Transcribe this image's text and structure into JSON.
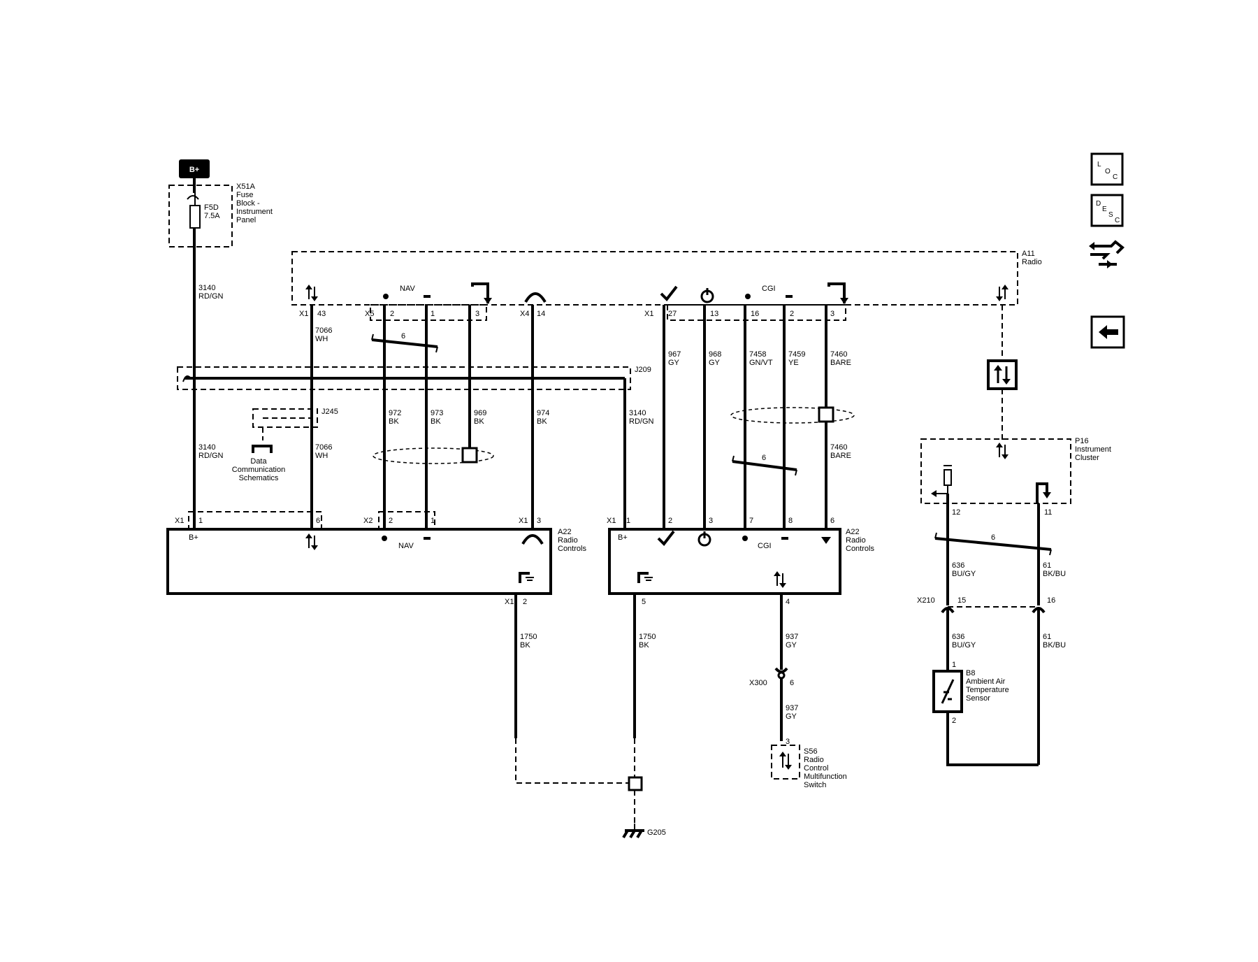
{
  "battery": "B+",
  "fuse_block": {
    "connector": "X51A",
    "name": [
      "Fuse",
      "Block -",
      "Instrument",
      "Panel"
    ],
    "fuse": [
      "F5D",
      "7.5A"
    ]
  },
  "radio": {
    "id": "A11",
    "name": "Radio",
    "nav_label": "NAV",
    "cgi_label": "CGI",
    "connectors": [
      "X1",
      "X5",
      "X4",
      "X1"
    ],
    "pins_left": [
      "43",
      "2",
      "1",
      "3",
      "14"
    ],
    "pins_right": [
      "27",
      "13",
      "16",
      "2",
      "3"
    ]
  },
  "wires_upper": [
    {
      "circuit": "7066",
      "color": "WH"
    },
    {
      "circuit": "967",
      "color": "GY"
    },
    {
      "circuit": "968",
      "color": "GY"
    },
    {
      "circuit": "7458",
      "color": "GN/VT"
    },
    {
      "circuit": "7459",
      "color": "YE"
    },
    {
      "circuit": "7460",
      "color": "BARE"
    }
  ],
  "feed_wire": {
    "circuit": "3140",
    "color": "RD/GN"
  },
  "feed_wire_lower": {
    "circuit": "3140",
    "color": "RD/GN"
  },
  "feed_wire_right": {
    "circuit": "3140",
    "color": "RD/GN"
  },
  "wires_lower": [
    {
      "circuit": "7066",
      "color": "WH"
    },
    {
      "circuit": "972",
      "color": "BK"
    },
    {
      "circuit": "973",
      "color": "BK"
    },
    {
      "circuit": "969",
      "color": "BK"
    },
    {
      "circuit": "974",
      "color": "BK"
    },
    {
      "circuit": "7460",
      "color": "BARE"
    }
  ],
  "twist_label": "6",
  "splices": {
    "j209": "J209",
    "j245": "J245"
  },
  "data_comm": [
    "Data",
    "Communication",
    "Schematics"
  ],
  "controls_left": {
    "id": "A22",
    "name": [
      "Radio",
      "Controls"
    ],
    "bplus": "B+",
    "nav": "NAV",
    "connectors": [
      "X1",
      "X2",
      "X1"
    ],
    "pins": [
      "1",
      "6",
      "2",
      "1",
      "3"
    ],
    "ground_connector": "X1",
    "ground_pin": "2"
  },
  "controls_right": {
    "id": "A22",
    "name": [
      "Radio",
      "Controls"
    ],
    "bplus": "B+",
    "cgi": "CGI",
    "connector": "X1",
    "pins": [
      "1",
      "2",
      "3",
      "7",
      "8",
      "6"
    ],
    "ground_pin": "5",
    "signal_pin": "4"
  },
  "ground_wires": [
    {
      "circuit": "1750",
      "color": "BK"
    },
    {
      "circuit": "1750",
      "color": "BK"
    }
  ],
  "ground": "G205",
  "switch_wire_top": {
    "circuit": "937",
    "color": "GY"
  },
  "switch_wire_bottom": {
    "circuit": "937",
    "color": "GY"
  },
  "x300": {
    "connector": "X300",
    "pin": "6"
  },
  "switch": {
    "pin": "3",
    "id": "S56",
    "name": [
      "Radio",
      "Control",
      "Multifunction",
      "Switch"
    ]
  },
  "cluster": {
    "id": "P16",
    "name": [
      "Instrument",
      "Cluster"
    ],
    "pins": [
      "12",
      "11"
    ]
  },
  "cluster_wires": [
    {
      "circuit": "636",
      "color": "BU/GY"
    },
    {
      "circuit": "61",
      "color": "BK/BU"
    },
    {
      "circuit": "636",
      "color": "BU/GY"
    },
    {
      "circuit": "61",
      "color": "BK/BU"
    }
  ],
  "x210": {
    "connector": "X210",
    "pins": [
      "15",
      "16"
    ]
  },
  "sensor": {
    "id": "B8",
    "name": [
      "Ambient Air",
      "Temperature",
      "Sensor"
    ],
    "pins": [
      "1",
      "2"
    ]
  },
  "nav_buttons": {
    "loc": [
      "L",
      "O",
      "C"
    ],
    "desc": [
      "D",
      "E",
      "S",
      "C"
    ]
  }
}
